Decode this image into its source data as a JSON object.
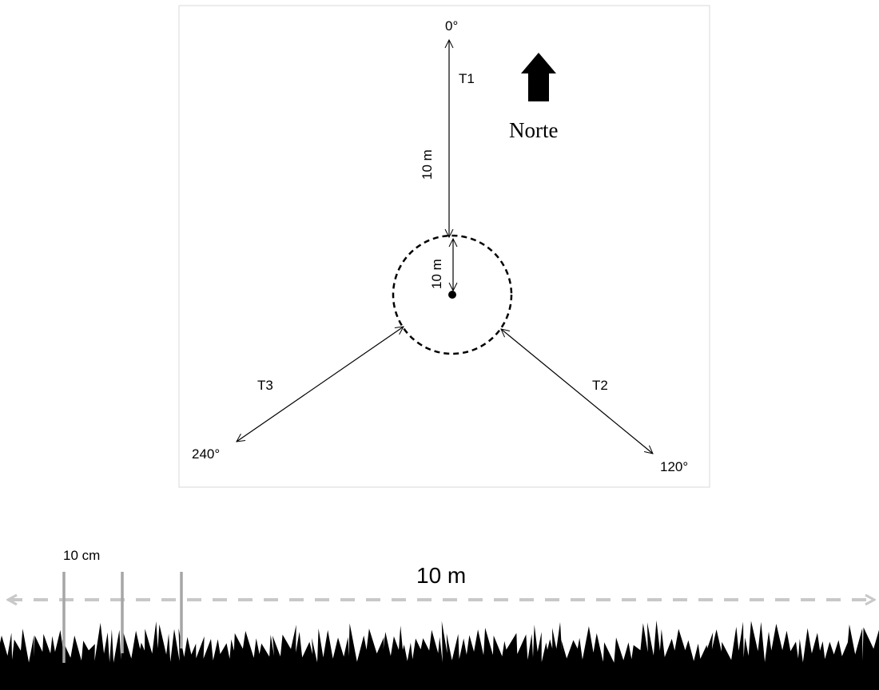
{
  "diagram": {
    "north_label": "Norte",
    "angles": {
      "a0": "0°",
      "a120": "120°",
      "a240": "240°"
    },
    "transects": {
      "t1": "T1",
      "t2": "T2",
      "t3": "T3"
    },
    "distances": {
      "transect_length": "10 m",
      "plot_radius": "10 m"
    }
  },
  "ground_strip": {
    "spacing_label": "10 cm",
    "length_label": "10 m"
  },
  "colors": {
    "line": "#000000",
    "frame": "#d9d9d9",
    "dashed_gray": "#bfbfbf",
    "pole_gray": "#a6a6a6",
    "grass": "#000000"
  }
}
